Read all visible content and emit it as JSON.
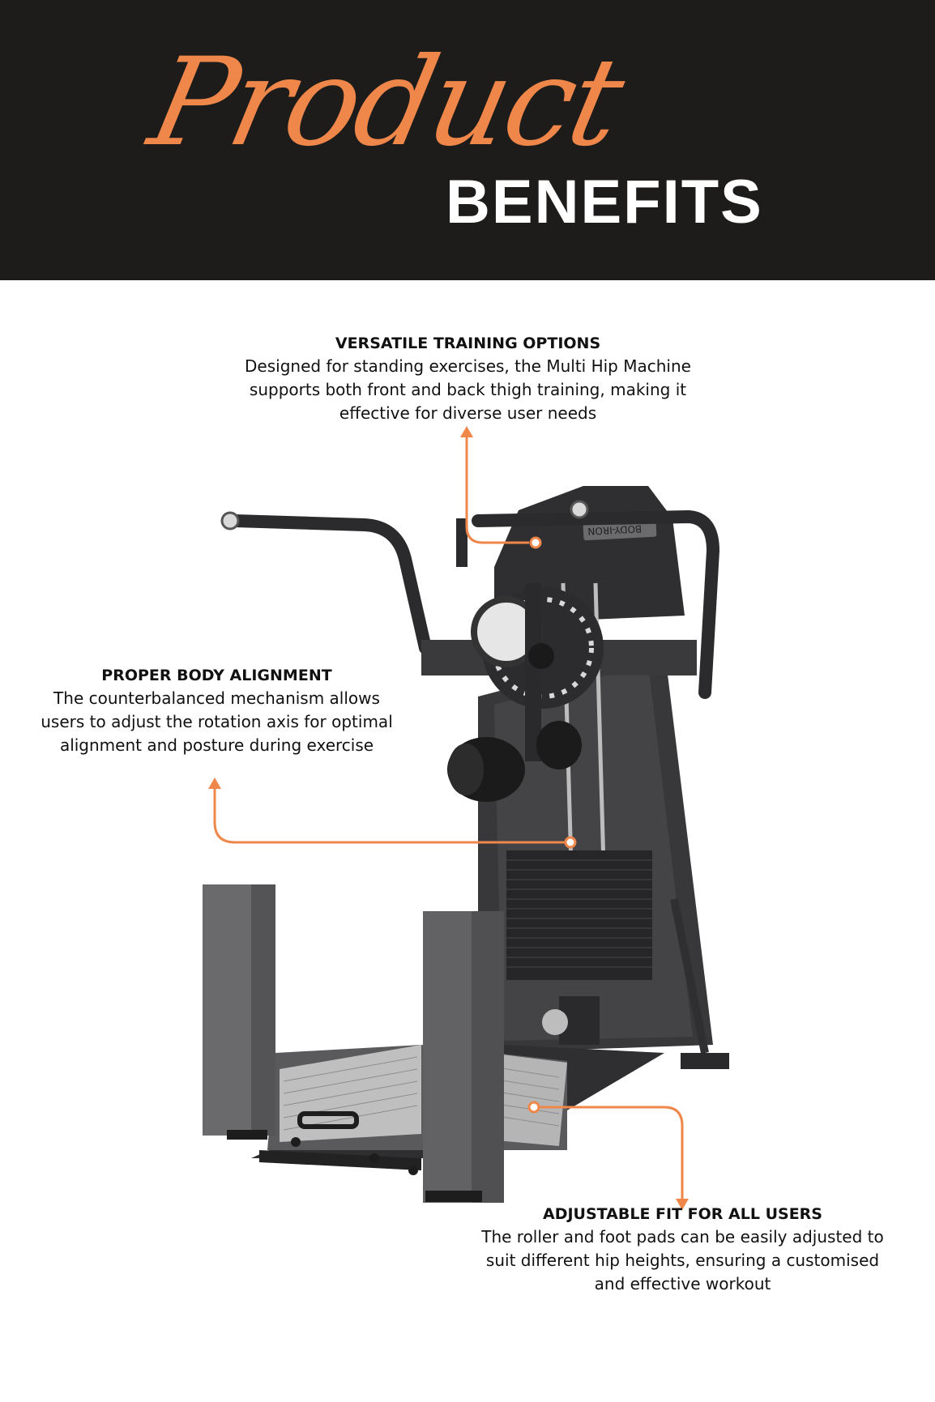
{
  "header": {
    "script_title": "Product",
    "bold_title": "BENEFITS"
  },
  "callouts": [
    {
      "heading": "VERSATILE TRAINING OPTIONS",
      "body": "Designed for standing exercises, the Multi Hip Machine supports both front and back thigh training, making it effective for diverse user needs"
    },
    {
      "heading": "PROPER BODY ALIGNMENT",
      "body": "The counterbalanced mechanism allows users to adjust the rotation axis for optimal alignment and posture during exercise"
    },
    {
      "heading": "ADJUSTABLE FIT FOR ALL USERS",
      "body": "The roller and foot pads can be easily adjusted to suit different hip heights, ensuring a customised and effective workout"
    }
  ],
  "machine": {
    "brand_label": "BODY-IRON"
  },
  "colors": {
    "accent": "#f0874a",
    "header_bg": "#1e1c1b",
    "frame": "#3d3d3f"
  }
}
